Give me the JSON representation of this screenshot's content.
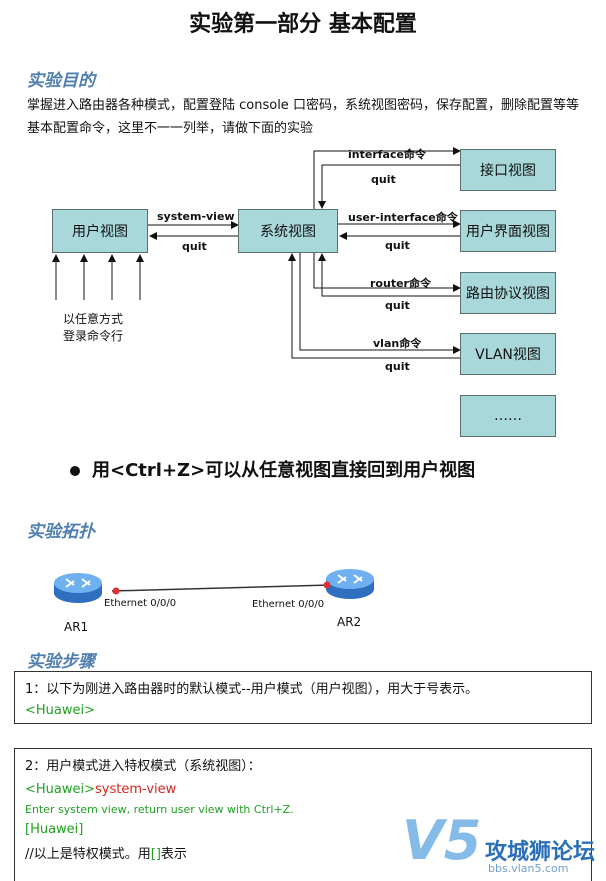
{
  "title": "实验第一部分 基本配置",
  "purpose": {
    "heading": "实验目的",
    "text": "掌握进入路由器各种模式，配置登陆 console 口密码，系统视图密码，保存配置，删除配置等等基本配置命令，这里不一一列举，请做下面的实验"
  },
  "diagram": {
    "user_view": "用户视图",
    "system_view": "系统视图",
    "system_view_cmd": "system-view",
    "quit": "quit",
    "login_note_line1": "以任意方式",
    "login_note_line2": "登录命令行",
    "branches": [
      {
        "cmd": "interface命令",
        "back": "quit",
        "target": "接口视图"
      },
      {
        "cmd": "user-interface命令",
        "back": "quit",
        "target": "用户界面视图"
      },
      {
        "cmd": "router命令",
        "back": "quit",
        "target": "路由协议视图"
      },
      {
        "cmd": "vlan命令",
        "back": "quit",
        "target": "VLAN视图"
      }
    ],
    "more": "……"
  },
  "bullet": "用<Ctrl+Z>可以从任意视图直接回到用户视图",
  "topology": {
    "heading": "实验拓扑",
    "left_router": "AR1",
    "right_router": "AR2",
    "left_port": "Ethernet 0/0/0",
    "right_port": "Ethernet 0/0/0",
    "colors": {
      "router": "#4a8fd8",
      "link_dot": "#e03030"
    }
  },
  "steps": {
    "heading": "实验步骤",
    "step1": {
      "text": "1：以下为刚进入路由器时的默认模式--用户模式（用户视图），用大于号表示。",
      "prompt": "<Huawei>"
    },
    "step2": {
      "text": "2：用户模式进入特权模式（系统视图）：",
      "prompt": "<Huawei>",
      "command": "system-view",
      "output": "Enter system view, return user view with Ctrl+Z.",
      "prompt2": "[Huawei]",
      "note_pre": "//以上是特权模式。用",
      "note_brackets": "[]",
      "note_post": "表示"
    }
  },
  "watermark": {
    "brand": "攻城狮论坛",
    "url": "bbs.vlan5.com"
  }
}
